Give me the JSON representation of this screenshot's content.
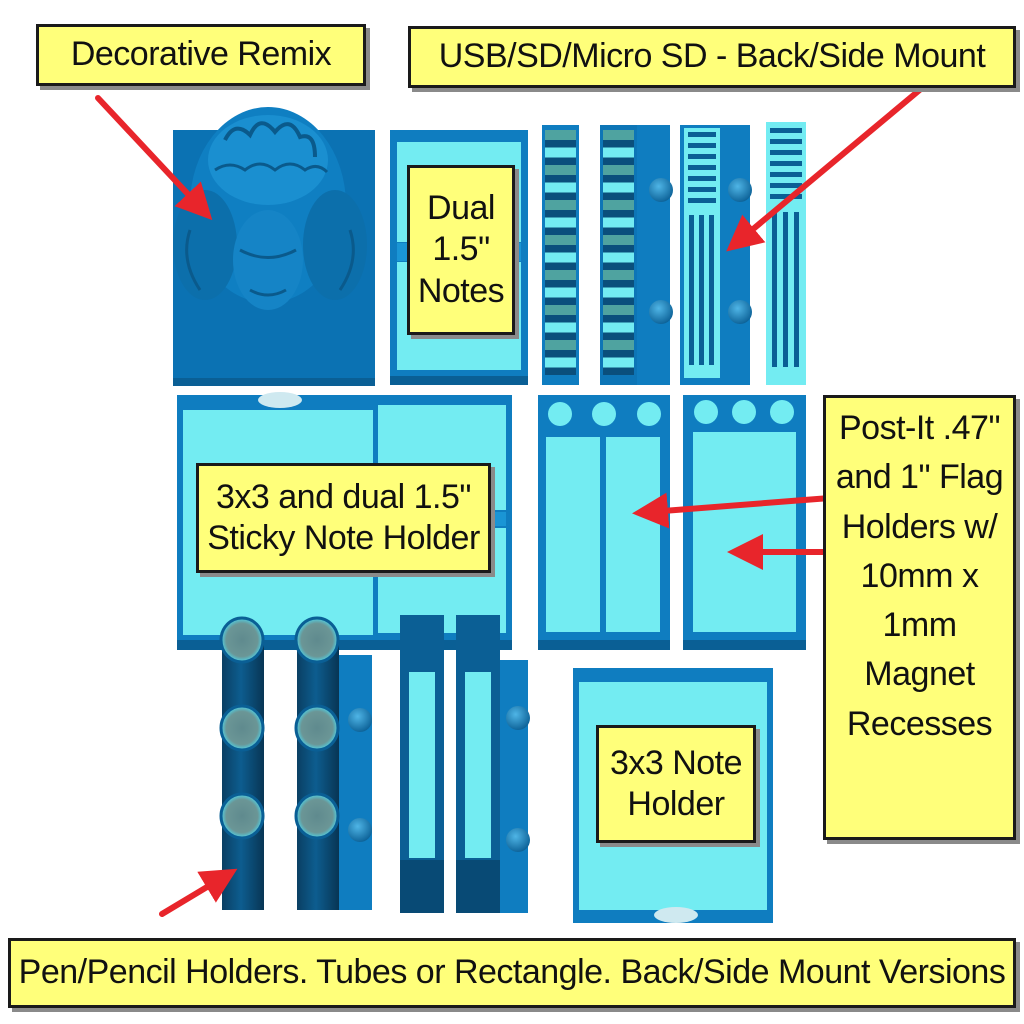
{
  "labels": {
    "decorative_remix": "Decorative Remix",
    "usb_sd_mount": "USB/SD/Micro SD - Back/Side Mount",
    "dual_notes": "Dual\n1.5\"\nNotes",
    "sticky_holder": "3x3 and dual 1.5\"\nSticky Note Holder",
    "post_it_flags": "Post-It .47\"\nand 1\" Flag\nHolders w/\n10mm x\n1mm\nMagnet\nRecesses",
    "note_holder_3x3": "3x3 Note\nHolder",
    "pen_pencil": "Pen/Pencil Holders. Tubes or Rectangle. Back/Side Mount Versions"
  },
  "colors": {
    "part_dark": "#0a6fae",
    "part_mid": "#1585c6",
    "part_light": "#73ecf2",
    "part_deep": "#0b4f78",
    "label_fill": "#ffff7a",
    "arrow": "#e8252b"
  }
}
